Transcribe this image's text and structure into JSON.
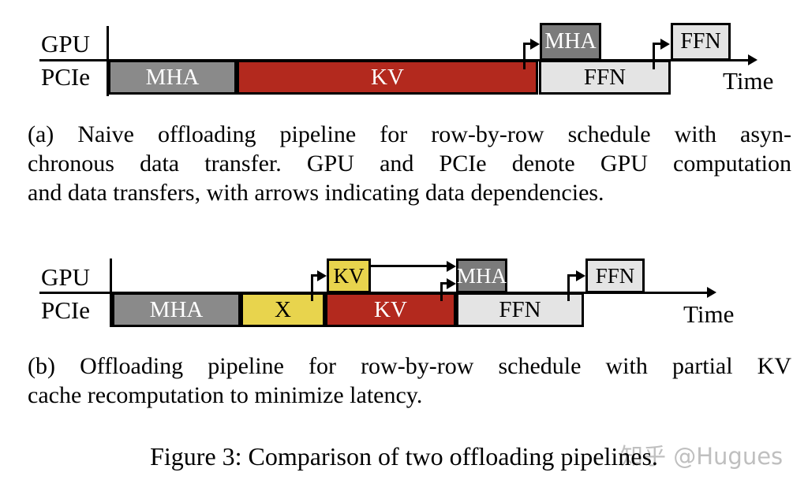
{
  "colors": {
    "red": "#b3291e",
    "yellow": "#e8d44d",
    "gray_mid": "#8a8a8a",
    "gray_dark": "#7b7b7b",
    "gray_light": "#e4e4e4",
    "watermark": "#bfbfbf"
  },
  "diagram_a": {
    "row_labels": {
      "gpu": "GPU",
      "pcie": "PCIe"
    },
    "time_label": "Time",
    "gpu_blocks": [
      {
        "label": "MHA"
      },
      {
        "label": "FFN"
      }
    ],
    "pcie_blocks": [
      {
        "label": "MHA"
      },
      {
        "label": "KV"
      },
      {
        "label": "FFN"
      }
    ]
  },
  "diagram_b": {
    "row_labels": {
      "gpu": "GPU",
      "pcie": "PCIe"
    },
    "time_label": "Time",
    "gpu_blocks": [
      {
        "label": "KV"
      },
      {
        "label": "MHA"
      },
      {
        "label": "FFN"
      }
    ],
    "pcie_blocks": [
      {
        "label": "MHA"
      },
      {
        "label": "X"
      },
      {
        "label": "KV"
      },
      {
        "label": "FFN"
      }
    ]
  },
  "caption_a": {
    "lines": [
      "(a) Naive offloading pipeline for row-by-row schedule with asyn-",
      "chronous data transfer. GPU and PCIe denote GPU computation",
      "and data transfers, with arrows indicating data dependencies."
    ]
  },
  "caption_b": {
    "lines": [
      "(b) Offloading pipeline for row-by-row schedule with partial KV",
      "cache recomputation to minimize latency."
    ]
  },
  "figure_caption": "Figure 3: Comparison of two offloading pipelines.",
  "watermark": "知乎 @Hugues"
}
